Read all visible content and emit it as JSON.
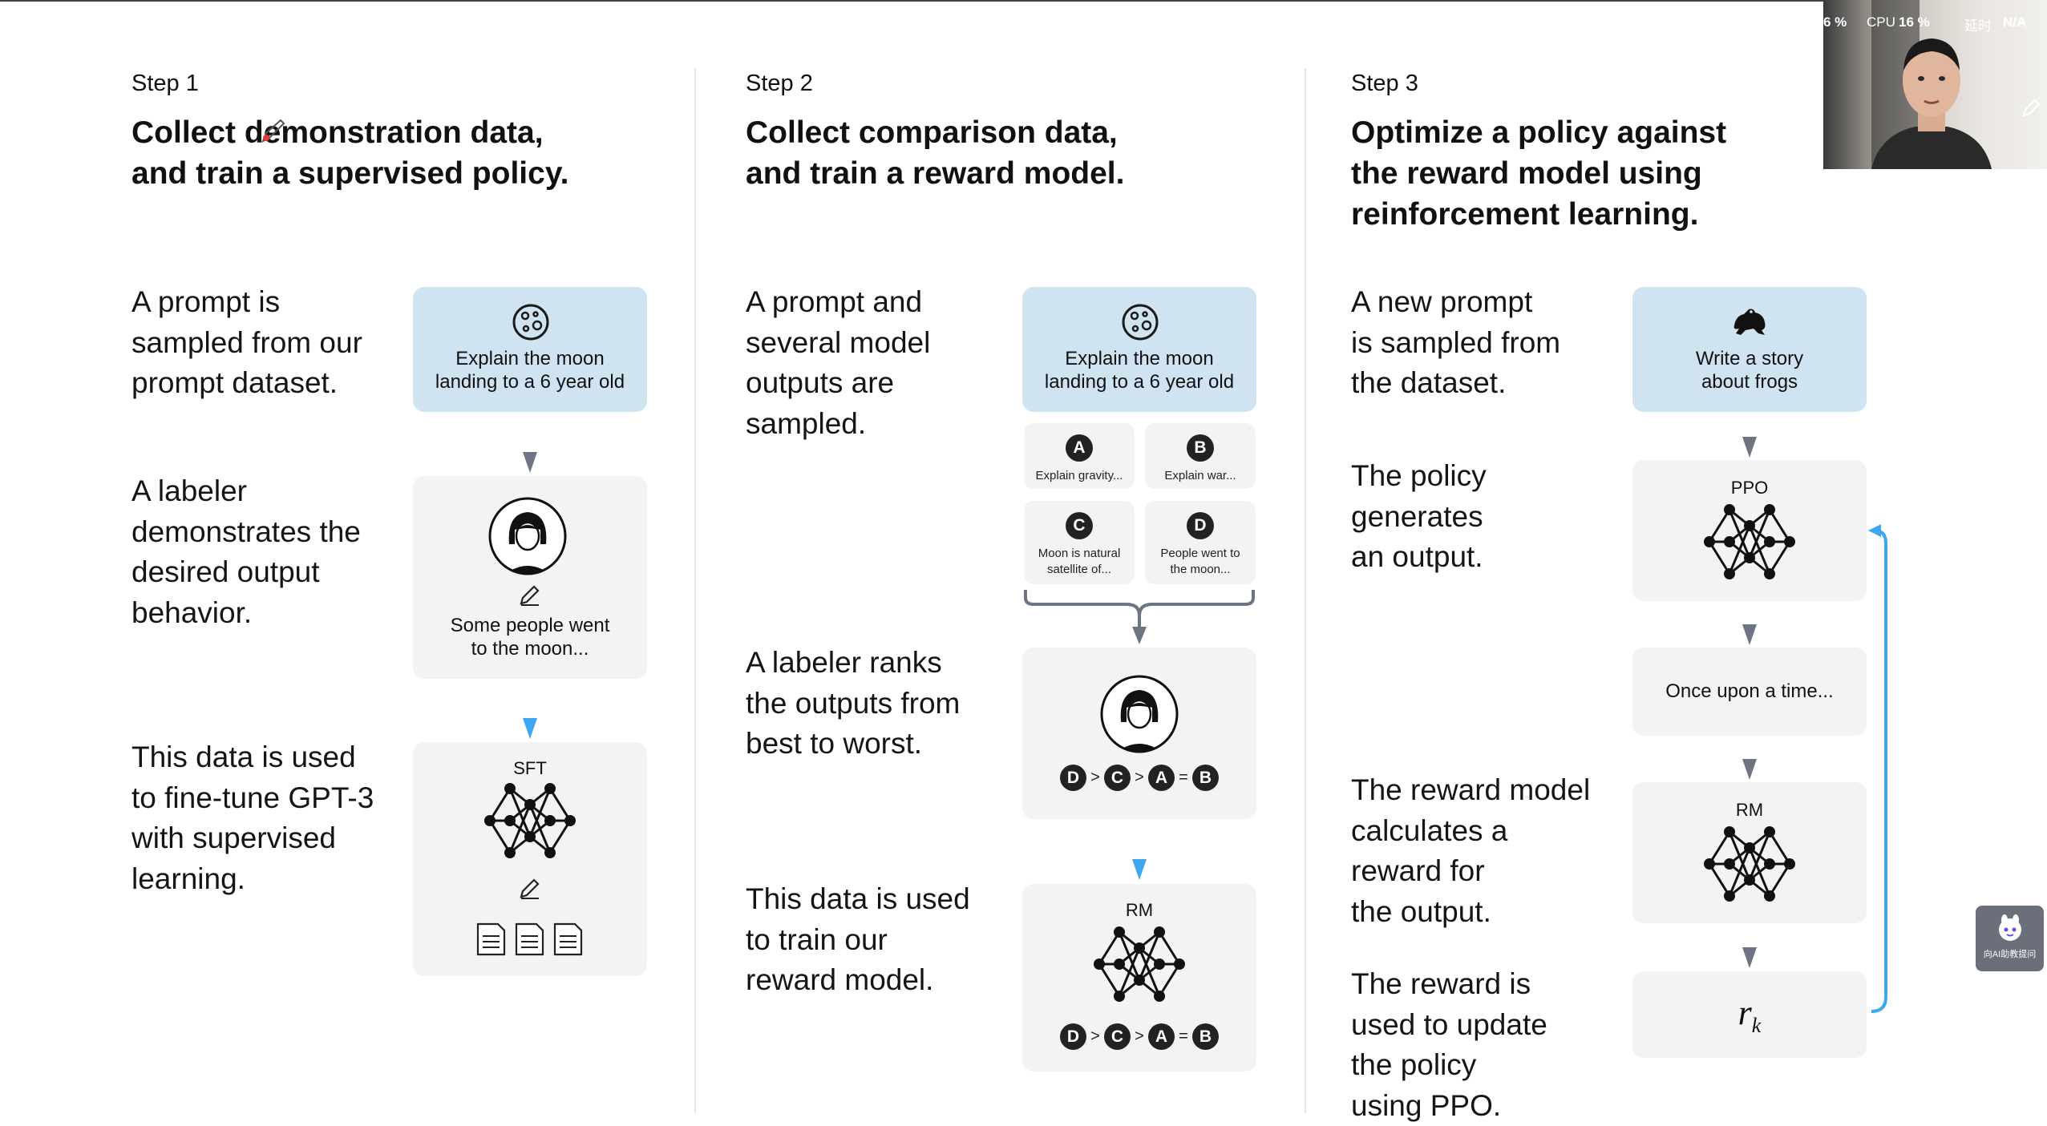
{
  "step1": {
    "label": "Step 1",
    "title_line1": "Collect demonstration data,",
    "title_line2": "and train a supervised policy.",
    "desc1": [
      "A prompt is",
      "sampled from our",
      "prompt dataset."
    ],
    "desc2": [
      "A labeler",
      "demonstrates the",
      "desired output",
      "behavior."
    ],
    "desc3": [
      "This data is used",
      "to fine-tune GPT-3",
      "with supervised",
      "learning."
    ],
    "prompt_box": [
      "Explain the moon",
      "landing to a 6 year old"
    ],
    "demo_text": [
      "Some people went",
      "to the moon..."
    ],
    "model_label": "SFT"
  },
  "step2": {
    "label": "Step 2",
    "title_line1": "Collect comparison data,",
    "title_line2": "and train a reward model.",
    "desc1": [
      "A prompt and",
      "several model",
      "outputs are",
      "sampled."
    ],
    "desc2": [
      "A labeler ranks",
      "the outputs from",
      "best to worst."
    ],
    "desc3": [
      "This data is used",
      "to train our",
      "reward model."
    ],
    "prompt_box": [
      "Explain the moon",
      "landing to a 6 year old"
    ],
    "options": [
      {
        "badge": "A",
        "text": [
          "Explain gravity..."
        ]
      },
      {
        "badge": "B",
        "text": [
          "Explain war..."
        ]
      },
      {
        "badge": "C",
        "text": [
          "Moon is natural",
          "satellite of..."
        ]
      },
      {
        "badge": "D",
        "text": [
          "People went to",
          "the moon..."
        ]
      }
    ],
    "ranking": [
      "D",
      ">",
      "C",
      ">",
      "A",
      "=",
      "B"
    ],
    "model_label": "RM"
  },
  "step3": {
    "label": "Step 3",
    "title_lines": [
      "Optimize a policy against",
      "the reward model using",
      "reinforcement learning."
    ],
    "desc1": [
      "A new prompt",
      "is sampled from",
      "the dataset."
    ],
    "desc2": [
      "The policy",
      "generates",
      "an output."
    ],
    "desc3": [
      "The reward model",
      "calculates a",
      "reward for",
      "the output."
    ],
    "desc4": [
      "The reward is",
      "used to update",
      "the policy",
      "using PPO."
    ],
    "prompt_box": [
      "Write a story",
      "about frogs"
    ],
    "policy_label": "PPO",
    "output_text": "Once upon a time...",
    "rm_label": "RM",
    "reward_symbol": "r",
    "reward_subscript": "k"
  },
  "overlay": {
    "stat_mem": "6 %",
    "stat_cpu_label": "CPU",
    "stat_cpu": "16 %",
    "stat_delay_label": "延时",
    "stat_delay": "N/A",
    "assistant_label": "向AI助教提问"
  },
  "colors": {
    "blue_box": "#cfe3f1",
    "gray_box": "#f3f3f3",
    "arrow_gray": "#6e7582",
    "arrow_blue": "#3da8f0",
    "loop_blue": "#3da8f0"
  }
}
